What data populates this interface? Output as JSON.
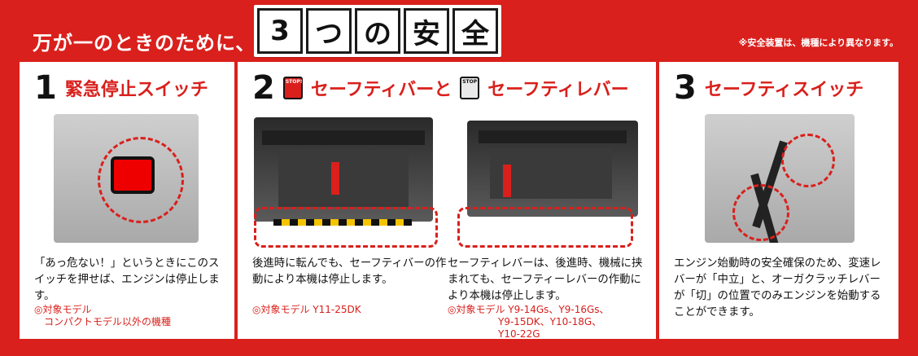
{
  "header": {
    "text": "万が一のときのために、",
    "tiles": [
      "3",
      "つ",
      "の",
      "安",
      "全"
    ],
    "note": "※安全装置は、機種により異なります。"
  },
  "sections": [
    {
      "num": "1",
      "title": "緊急停止スイッチ",
      "desc": "「あっ危ない！」というときにこのスイッチを押せば、エンジンは停止します。",
      "model_label": "◎対象モデル",
      "model_value": "コンパクトモデル以外の機種"
    },
    {
      "num": "2",
      "title_a": "セーフティバーと",
      "title_b": "セーフティレバー",
      "left": {
        "desc": "後進時に転んでも、セーフティバーの作動により本機は停止します。",
        "model": "◎対象モデル Y11-25DK"
      },
      "right": {
        "desc": "セーフティレバーは、後進時、機械に挟まれても、セーフティーレバーの作動により本機は停止します。",
        "model_lines": [
          "◎対象モデル Y9-14Gs、Y9-16Gs、",
          "Y9-15DK、Y10-18G、",
          "Y10-22G"
        ]
      }
    },
    {
      "num": "3",
      "title": "セーフティスイッチ",
      "desc": "エンジン始動時の安全確保のため、変速レバーが「中立」と、オーガクラッチレバーが「切」の位置でのみエンジンを始動することができます。"
    }
  ],
  "colors": {
    "accent": "#d9201c",
    "text": "#111111"
  },
  "icons": [
    "stop-hand-icon",
    "stop-safety-icon"
  ]
}
